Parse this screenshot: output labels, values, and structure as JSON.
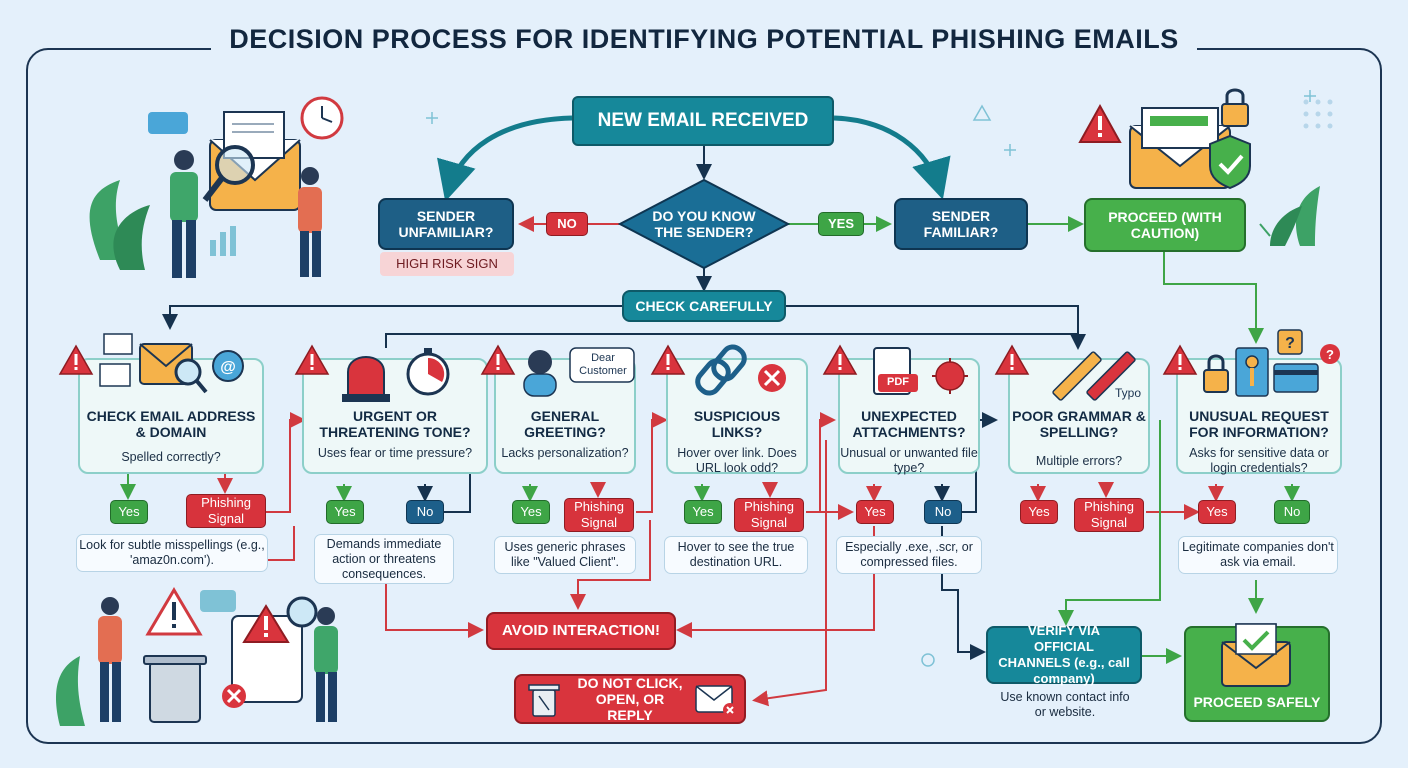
{
  "title": "DECISION PROCESS FOR IDENTIFYING POTENTIAL PHISHING EMAILS",
  "top": {
    "new_email": "NEW EMAIL RECEIVED",
    "question": "DO YOU KNOW THE SENDER?",
    "no_label": "NO",
    "yes_label": "YES",
    "unfamiliar": "SENDER UNFAMILIAR?",
    "high_risk": "HIGH RISK SIGN",
    "familiar": "SENDER FAMILIAR?",
    "proceed_caution": "PROCEED (WITH CAUTION)",
    "check_carefully": "CHECK CAREFULLY"
  },
  "cards": [
    {
      "title": "CHECK EMAIL ADDRESS & DOMAIN",
      "question": "Spelled correctly?",
      "left": "Yes",
      "right": "Phishing Signal",
      "note": "Look for subtle misspellings (e.g., 'amaz0n.com')."
    },
    {
      "title": "URGENT OR THREATENING TONE?",
      "question": "Uses fear or time pressure?",
      "left": "Yes",
      "right": "No",
      "note": "Demands immediate action or threatens consequences."
    },
    {
      "title": "GENERAL GREETING?",
      "question": "Lacks personalization?",
      "left": "Yes",
      "right": "Phishing Signal",
      "note": "Uses generic phrases like \"Valued Client\"."
    },
    {
      "title": "SUSPICIOUS LINKS?",
      "question": "Hover over link. Does URL look odd?",
      "left": "Yes",
      "right": "Phishing Signal",
      "note": "Hover to see the true destination URL."
    },
    {
      "title": "UNEXPECTED ATTACHMENTS?",
      "question": "Unusual or unwanted file type?",
      "left": "Yes",
      "right": "No",
      "note": "Especially .exe, .scr, or compressed files."
    },
    {
      "title": "POOR GRAMMAR & SPELLING?",
      "question": "Multiple errors?",
      "left": "Yes",
      "right": "Phishing Signal",
      "note": ""
    },
    {
      "title": "UNUSUAL REQUEST FOR INFORMATION?",
      "question": "Asks for sensitive data or login credentials?",
      "left": "Yes",
      "right": "No",
      "note": "Legitimate companies don't ask via email."
    }
  ],
  "card_extras": {
    "dear_customer": "Dear Customer",
    "pdf": "PDF",
    "typo": "Typo"
  },
  "bottom": {
    "avoid": "AVOID INTERACTION!",
    "do_not_click": "DO NOT CLICK, OPEN, OR REPLY",
    "verify": "VERIFY VIA OFFICIAL CHANNELS (e.g., call company)",
    "verify_note": "Use known contact info or website.",
    "proceed_safely": "PROCEED SAFELY"
  },
  "colors": {
    "teal": "#16889a",
    "navy": "#1e5f86",
    "green": "#47b04b",
    "red": "#d9343d",
    "background": "#e4f0fb"
  }
}
